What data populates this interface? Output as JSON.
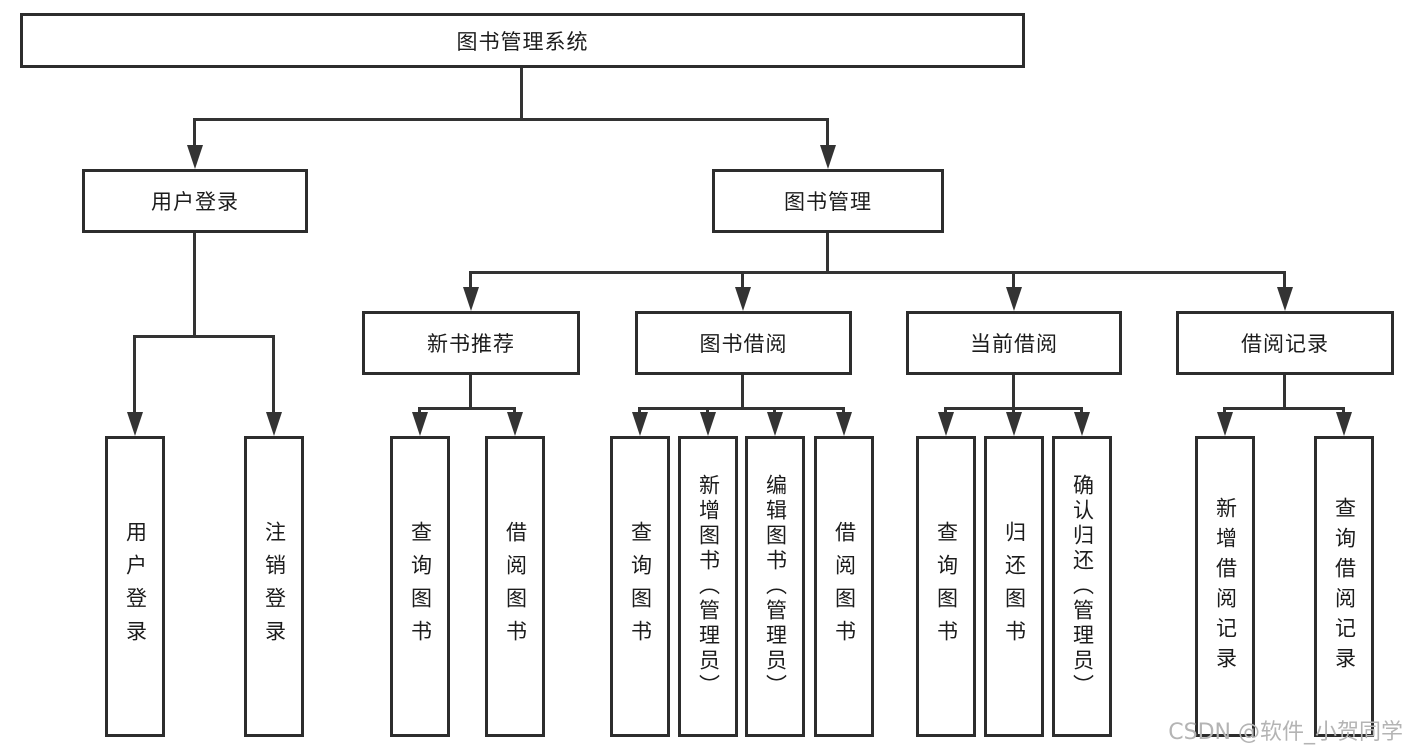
{
  "diagram": {
    "title": "图书管理系统",
    "root": {
      "label": "图书管理系统",
      "children": [
        {
          "label": "用户登录",
          "children": [
            {
              "label": "用户登录"
            },
            {
              "label": "注销登录"
            }
          ]
        },
        {
          "label": "图书管理",
          "children": [
            {
              "label": "新书推荐",
              "children": [
                {
                  "label": "查询图书"
                },
                {
                  "label": "借阅图书"
                }
              ]
            },
            {
              "label": "图书借阅",
              "children": [
                {
                  "label": "查询图书"
                },
                {
                  "label": "新增图书（管理员）"
                },
                {
                  "label": "编辑图书（管理员）"
                },
                {
                  "label": "借阅图书"
                }
              ]
            },
            {
              "label": "当前借阅",
              "children": [
                {
                  "label": "查询图书"
                },
                {
                  "label": "归还图书"
                },
                {
                  "label": "确认归还（管理员）"
                }
              ]
            },
            {
              "label": "借阅记录",
              "children": [
                {
                  "label": "新增借阅记录"
                },
                {
                  "label": "查询借阅记录"
                }
              ]
            }
          ]
        }
      ]
    }
  },
  "watermark": {
    "text": "CSDN @软件_小贺同学"
  },
  "colors": {
    "line": "#333333",
    "box_border": "#2d2d2d",
    "text": "#1c1c1c",
    "background": "#ffffff",
    "watermark": "#b4b4b4"
  }
}
